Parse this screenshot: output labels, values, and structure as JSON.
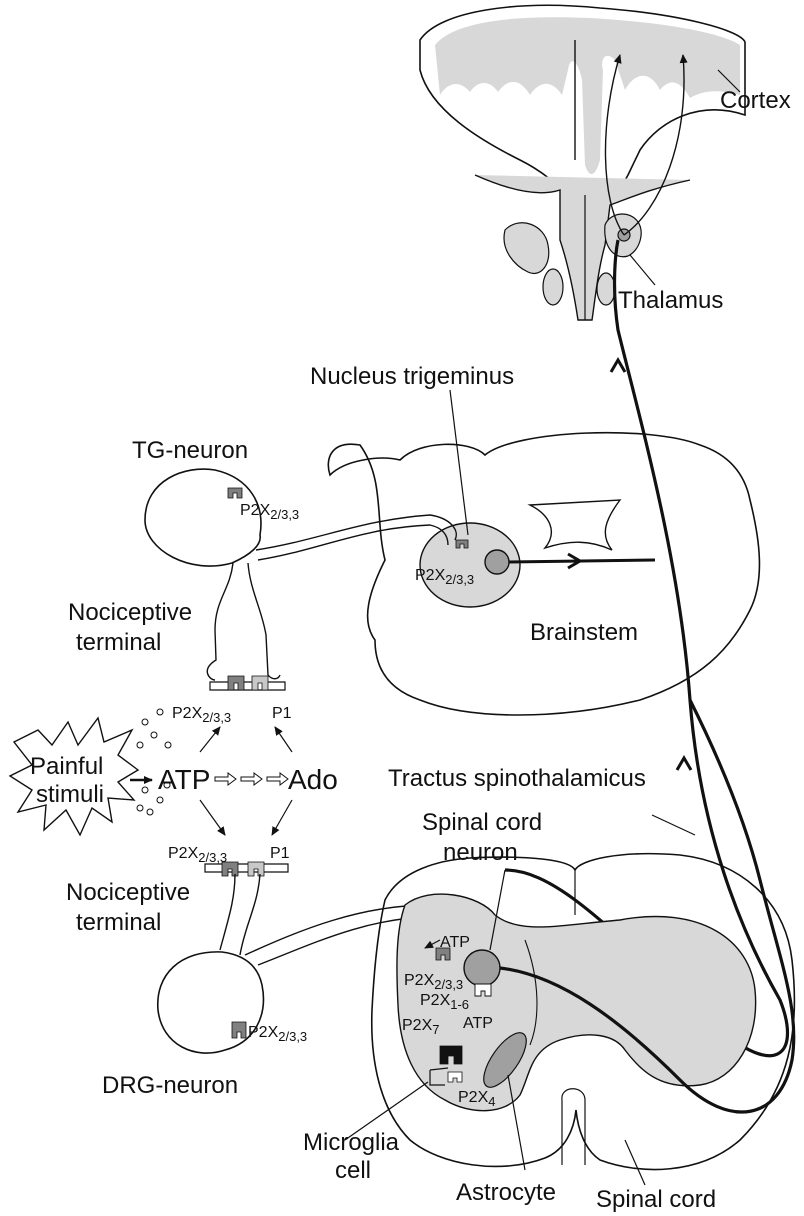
{
  "labels": {
    "cortex": "Cortex",
    "thalamus": "Thalamus",
    "nucleus_trigeminus": "Nucleus trigeminus",
    "tg_neuron": "TG-neuron",
    "nociceptive_terminal_top_line1": "Nociceptive",
    "nociceptive_terminal_top_line2": "terminal",
    "brainstem": "Brainstem",
    "tractus_spinothalamicus": "Tractus spinothalamicus",
    "painful_stimuli_line1": "Painful",
    "painful_stimuli_line2": "stimuli",
    "atp": "ATP",
    "ado": "Ado",
    "p1_top": "P1",
    "p1_bottom": "P1",
    "spinal_cord_neuron_line1": "Spinal cord",
    "spinal_cord_neuron_line2": "neuron",
    "nociceptive_terminal_bottom_line1": "Nociceptive",
    "nociceptive_terminal_bottom_line2": "terminal",
    "drg_neuron": "DRG-neuron",
    "microglia_cell_line1": "Microglia",
    "microglia_cell_line2": "cell",
    "astrocyte": "Astrocyte",
    "spinal_cord": "Spinal cord",
    "atp_spinal": "ATP",
    "atp_astrocyte": "ATP"
  },
  "receptors": {
    "p2x_main": "P2X",
    "p2x_main_sub": "2/3,3",
    "p2x_1_6": "P2X",
    "p2x_1_6_sub": "1-6",
    "p2x_7": "P2X",
    "p2x_7_sub": "7",
    "p2x_4": "P2X",
    "p2x_4_sub": "4"
  },
  "colors": {
    "line": "#111111",
    "grey_matter": "#d8d8d8",
    "receptor_dark": "#808080",
    "receptor_light": "#c8c8c8",
    "soma_fill": "#a0a0a0"
  }
}
